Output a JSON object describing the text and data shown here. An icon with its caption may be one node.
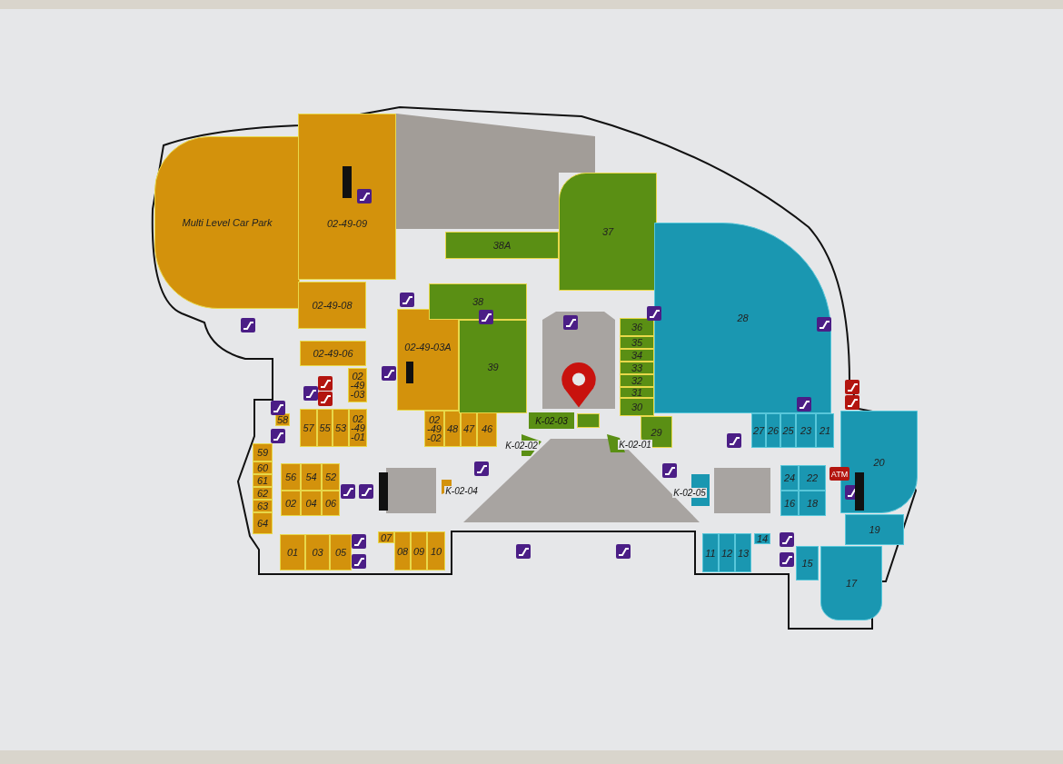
{
  "diagram": {
    "nodes": [
      {
        "text": [
          "Multi Level Car Park"
        ]
      },
      {
        "text": [
          "02-49-09"
        ]
      },
      {
        "text": [
          "02-49-08"
        ]
      },
      {
        "text": [
          "02-49-06"
        ]
      },
      {
        "text": [
          "02 -49 -03"
        ]
      },
      {
        "text": [
          "57"
        ]
      },
      {
        "text": [
          "55"
        ]
      },
      {
        "text": [
          "53"
        ]
      },
      {
        "text": [
          "02 -49 -01"
        ]
      },
      {
        "text": [
          "58"
        ]
      },
      {
        "text": [
          "02-49-03A"
        ]
      },
      {
        "text": [
          "02 -49 -02"
        ]
      },
      {
        "text": [
          "48"
        ]
      },
      {
        "text": [
          "47"
        ]
      },
      {
        "text": [
          "46"
        ]
      },
      {
        "text": [
          "59"
        ]
      },
      {
        "text": [
          "60"
        ]
      },
      {
        "text": [
          "61"
        ]
      },
      {
        "text": [
          "62"
        ]
      },
      {
        "text": [
          "63"
        ]
      },
      {
        "text": [
          "64"
        ]
      },
      {
        "text": [
          "56"
        ]
      },
      {
        "text": [
          "54"
        ]
      },
      {
        "text": [
          "52"
        ]
      },
      {
        "text": [
          "02"
        ]
      },
      {
        "text": [
          "04"
        ]
      },
      {
        "text": [
          "06"
        ]
      },
      {
        "text": [
          "01"
        ]
      },
      {
        "text": [
          "03"
        ]
      },
      {
        "text": [
          "05"
        ]
      },
      {
        "text": [
          "07"
        ]
      },
      {
        "text": [
          "08"
        ]
      },
      {
        "text": [
          "09"
        ]
      },
      {
        "text": [
          "10"
        ]
      },
      {
        "text": [
          "K-02-04"
        ]
      },
      {
        "text": [
          "38A"
        ]
      },
      {
        "text": [
          "37"
        ]
      },
      {
        "text": [
          "38"
        ]
      },
      {
        "text": [
          "39"
        ]
      },
      {
        "text": [
          "36"
        ]
      },
      {
        "text": [
          "35"
        ]
      },
      {
        "text": [
          "34"
        ]
      },
      {
        "text": [
          "33"
        ]
      },
      {
        "text": [
          "32"
        ]
      },
      {
        "text": [
          "31"
        ]
      },
      {
        "text": [
          "30"
        ]
      },
      {
        "text": [
          "29"
        ]
      },
      {
        "text": [
          "K-02-03"
        ]
      },
      {
        "text": [],
        "shape": "box"
      },
      {
        "text": [
          "K-02-02"
        ]
      },
      {
        "text": [
          "K-02-01"
        ]
      },
      {
        "text": [
          "28"
        ]
      },
      {
        "text": [
          "27"
        ]
      },
      {
        "text": [
          "26"
        ]
      },
      {
        "text": [
          "25"
        ]
      },
      {
        "text": [
          "23"
        ]
      },
      {
        "text": [
          "21"
        ]
      },
      {
        "text": [
          "20"
        ]
      },
      {
        "text": [
          "K-02-05"
        ]
      },
      {
        "text": [
          "24"
        ]
      },
      {
        "text": [
          "22"
        ]
      },
      {
        "text": [
          "16"
        ]
      },
      {
        "text": [
          "18"
        ]
      },
      {
        "text": [
          "19"
        ]
      },
      {
        "text": [
          "11"
        ]
      },
      {
        "text": [
          "12"
        ]
      },
      {
        "text": [
          "13"
        ]
      },
      {
        "text": [
          "14"
        ]
      },
      {
        "text": [
          "15"
        ]
      },
      {
        "text": [
          "17"
        ]
      }
    ],
    "edges": [],
    "labels": [
      "ATM"
    ]
  }
}
